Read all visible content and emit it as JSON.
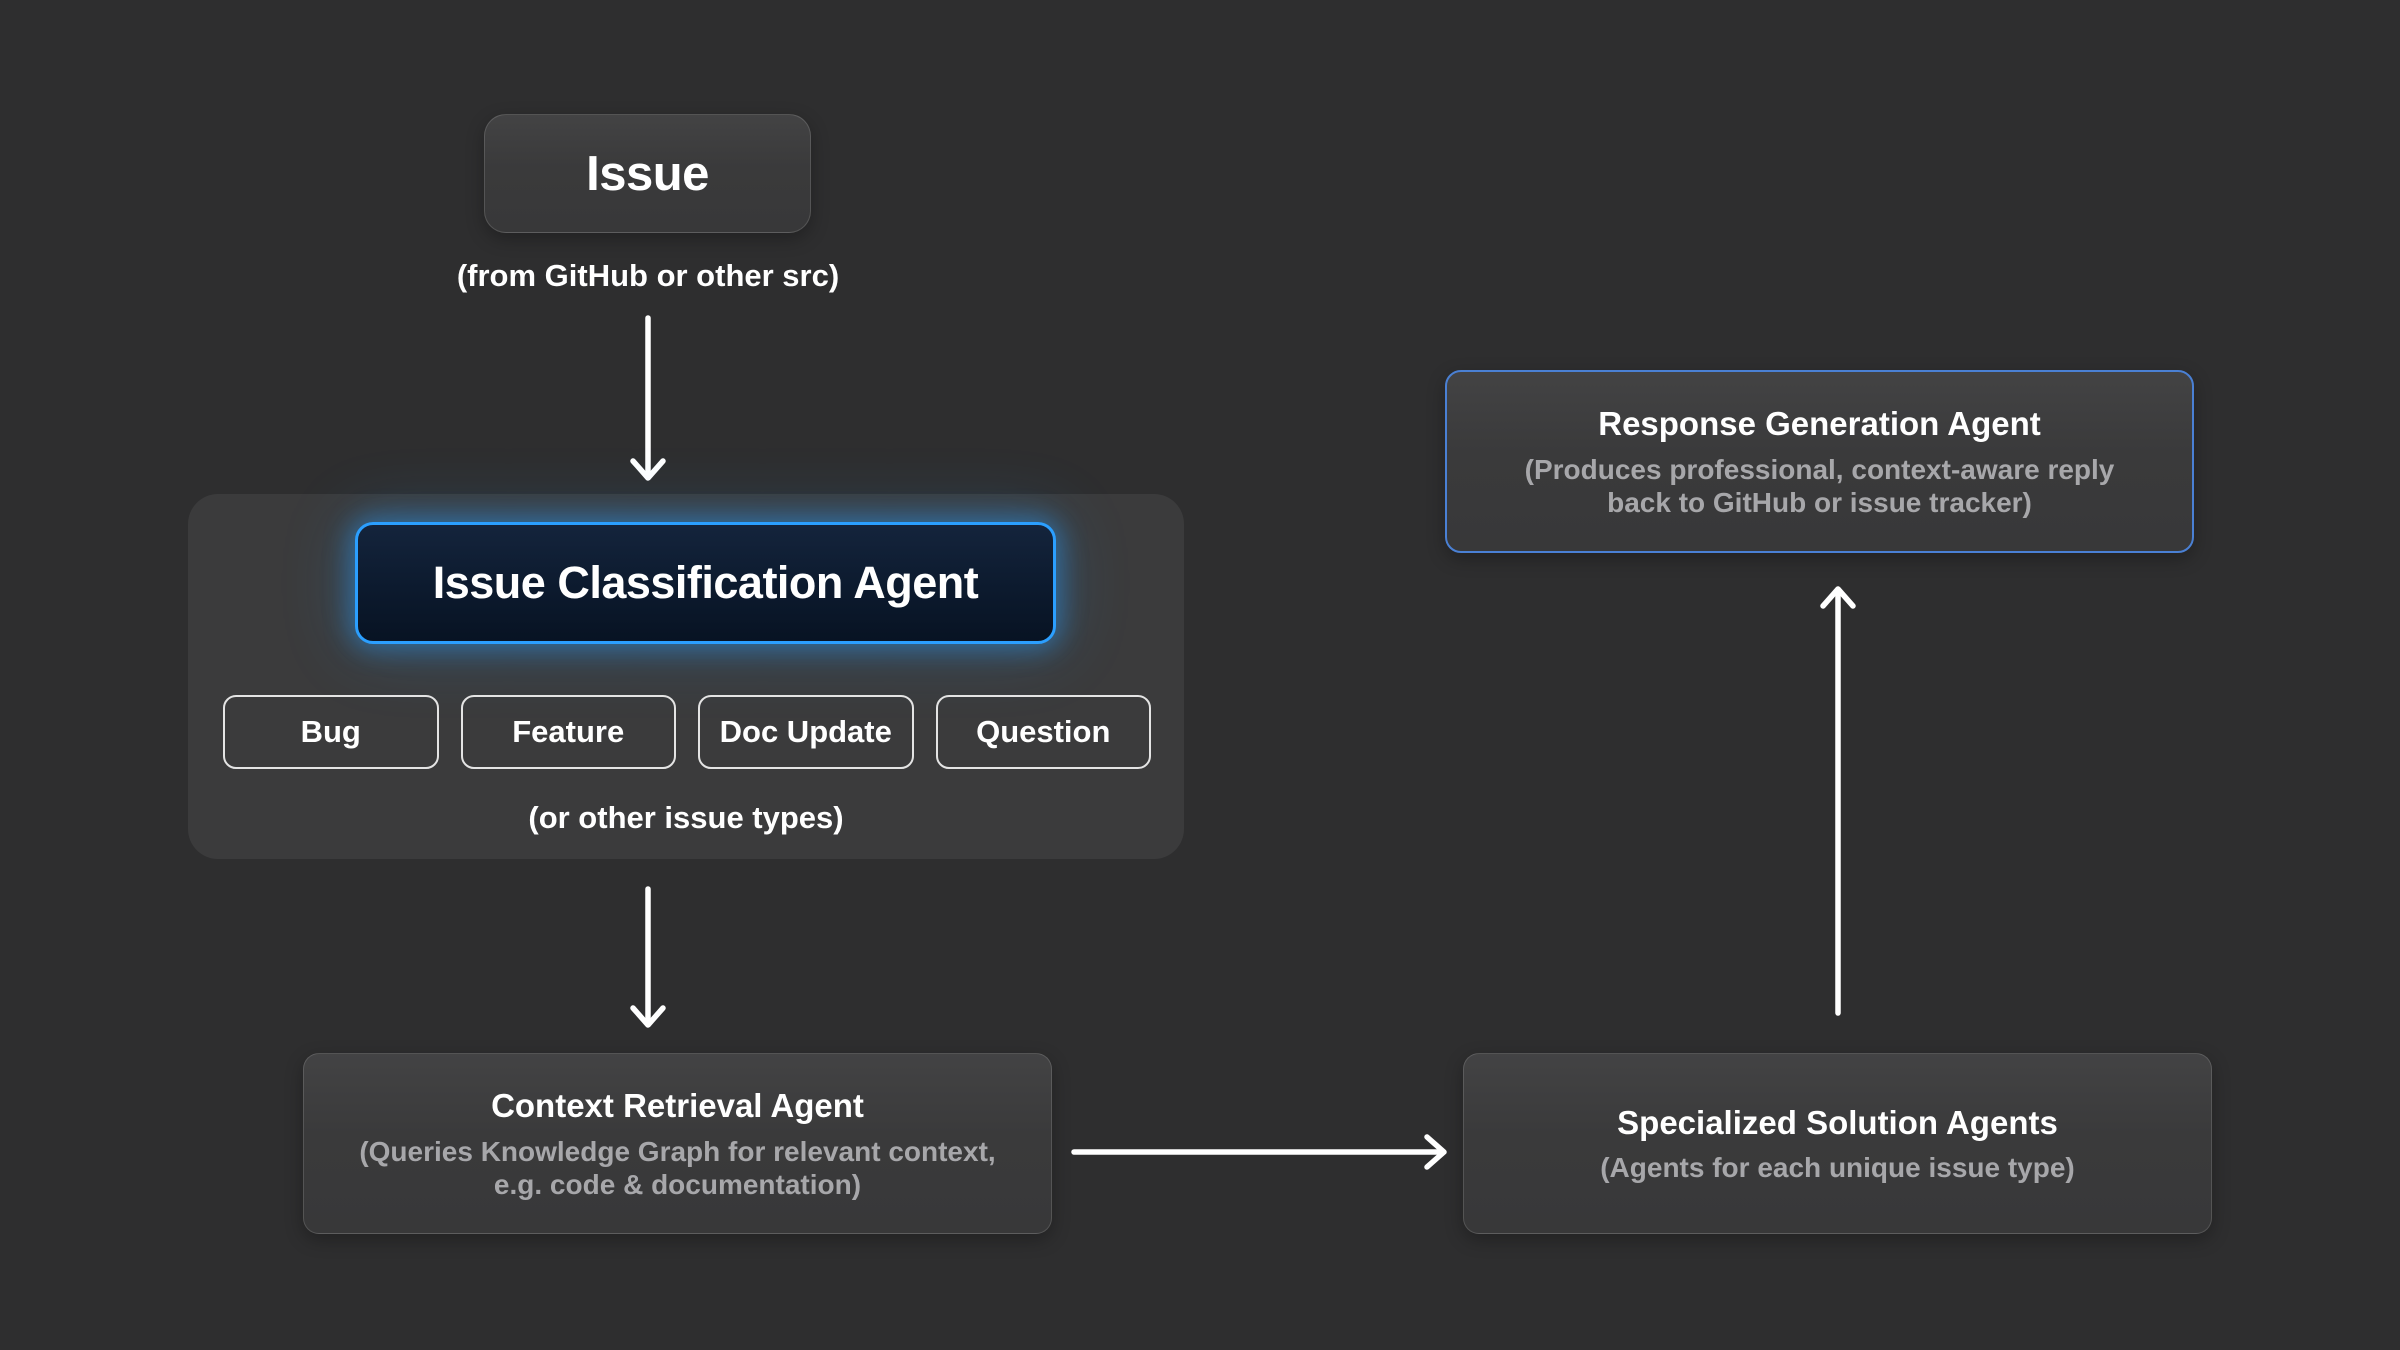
{
  "canvas": {
    "background": "#2e2e2f"
  },
  "palette": {
    "card_background": "#3a3a3b",
    "panel_background": "#3b3b3c",
    "accent_blue": "#2b9fff",
    "highlight_fill": "#0c1a2e",
    "response_border_blue": "#4a80d4",
    "chip_border": "#e4e4e4",
    "title_color": "#ffffff",
    "subtitle_color": "#a7a7aa",
    "arrow_color": "#ffffff"
  },
  "issue": {
    "label": "Issue",
    "source_note": "(from GitHub or other src)"
  },
  "classification": {
    "title": "Issue Classification Agent",
    "types": [
      "Bug",
      "Feature",
      "Doc Update",
      "Question"
    ],
    "note": "(or other issue types)"
  },
  "context_retrieval": {
    "title": "Context Retrieval Agent",
    "subtitle_line1": "(Queries Knowledge Graph for relevant context,",
    "subtitle_line2": "e.g. code & documentation)"
  },
  "specialized_solutions": {
    "title": "Specialized Solution Agents",
    "subtitle": "(Agents for each unique issue type)"
  },
  "response_generation": {
    "title": "Response Generation Agent",
    "subtitle_line1": "(Produces professional, context-aware reply",
    "subtitle_line2": "back to GitHub or issue tracker)"
  }
}
